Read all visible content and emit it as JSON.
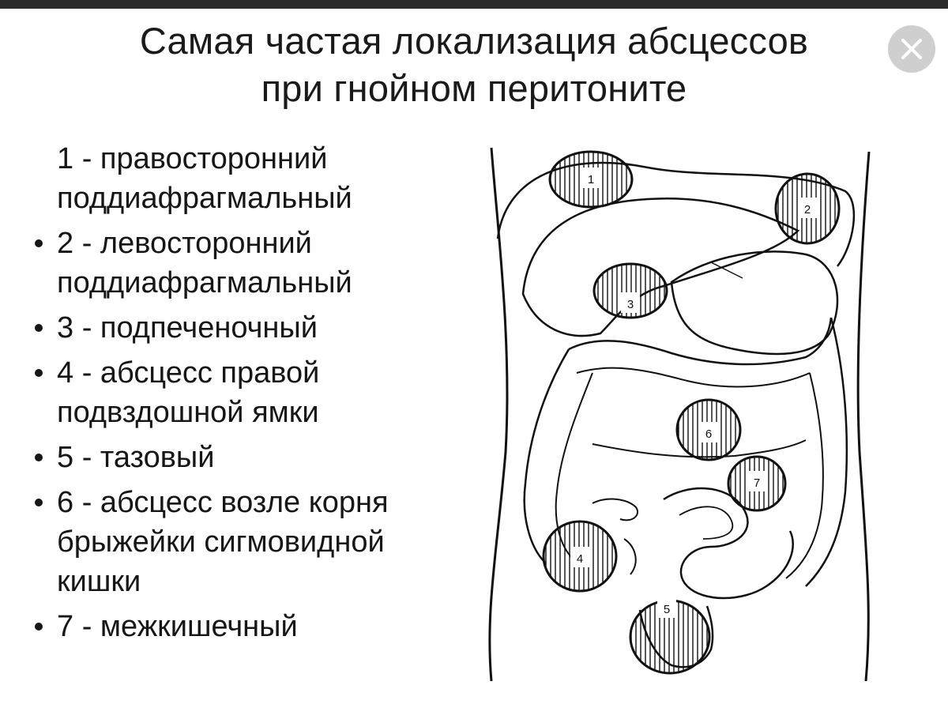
{
  "title": {
    "line1": "Самая частая локализация абсцессов",
    "line2": "при гнойном перитоните"
  },
  "close_icon": "close-icon",
  "colors": {
    "text": "#161616",
    "close_button_bg": "#cfcfcf",
    "top_strip": "#2b2b2b"
  },
  "legend": [
    {
      "text": "1 - правосторонний поддиафрагмальный",
      "bullet": false
    },
    {
      "text": "2 - левосторонний поддиафрагмальный",
      "bullet": true
    },
    {
      "text": "3 - подпеченочный",
      "bullet": true
    },
    {
      "text": "4 - абсцесс правой подвздошной ямки",
      "bullet": true
    },
    {
      "text": "5 - тазовый",
      "bullet": true
    },
    {
      "text": "6 - абсцесс возле корня брыжейки сигмовидной кишки",
      "bullet": true
    },
    {
      "text": "7 - межкишечный",
      "bullet": true
    }
  ],
  "diagram": {
    "markers": [
      "1",
      "2",
      "3",
      "4",
      "5",
      "6",
      "7"
    ]
  }
}
